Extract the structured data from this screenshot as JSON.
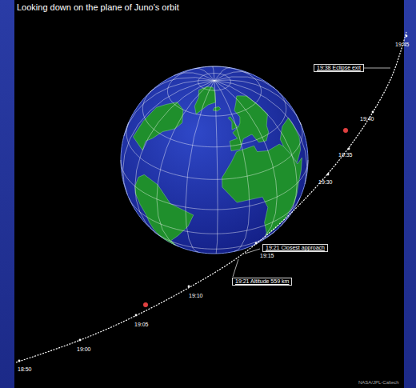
{
  "diagram": {
    "title": "Looking down on the plane of Juno's orbit",
    "nodes": [
      {
        "text": [
          "19:38 Eclipse exit"
        ]
      },
      {
        "text": [
          "19:21 Closest approach"
        ]
      },
      {
        "text": [
          "19:21 Altitude 559 km"
        ]
      }
    ],
    "labels": [
      "19:45",
      "19:40",
      "19:35",
      "19:30",
      "19:15",
      "19:10",
      "19:05",
      "19:00",
      "18:50",
      "NASA/JPL-Caltech"
    ]
  }
}
